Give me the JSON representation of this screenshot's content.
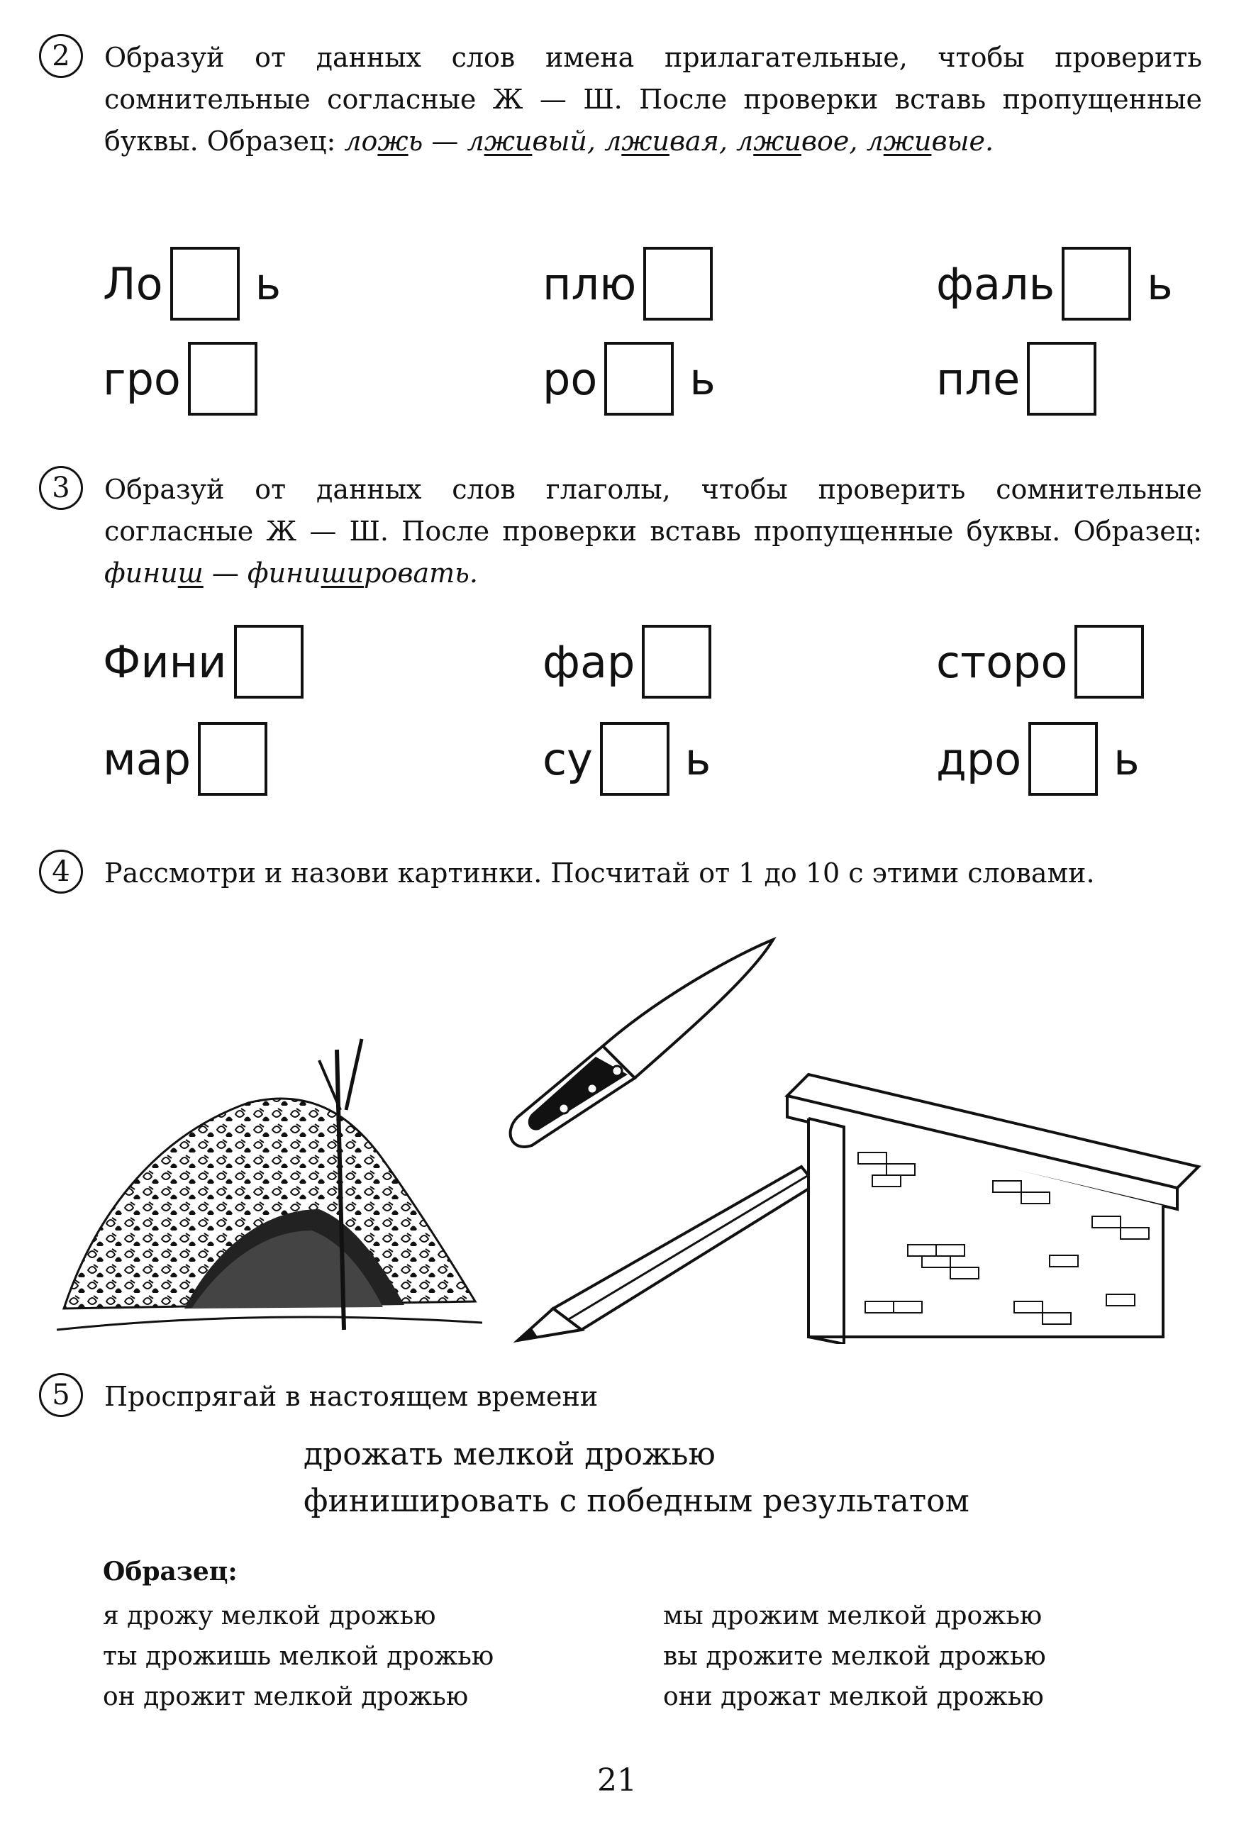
{
  "task2": {
    "number": "2",
    "text_a": "Образуй от данных слов имена прилагательные, чтобы проверить сомнительные согласные Ж — Ш. После проверки вставь пропущенные буквы. Образец: ",
    "ex_1a": "ло",
    "ex_1u": "ж",
    "ex_1b": "ь",
    "dash": " — ",
    "ex_2a": "л",
    "ex_2u": "жи",
    "ex_2b": "вый, ",
    "ex_3a": "л",
    "ex_3u": "жи",
    "ex_3b": "вая, ",
    "ex_4a": "л",
    "ex_4u": "жи",
    "ex_4b": "вое, ",
    "ex_5a": "л",
    "ex_5u": "жи",
    "ex_5b": "вые.",
    "words": [
      {
        "prefix": "Ло",
        "suffix": "ь"
      },
      {
        "prefix": "плю",
        "suffix": ""
      },
      {
        "prefix": "фаль",
        "suffix": "ь"
      },
      {
        "prefix": "гро",
        "suffix": ""
      },
      {
        "prefix": "ро",
        "suffix": "ь"
      },
      {
        "prefix": "пле",
        "suffix": ""
      }
    ]
  },
  "task3": {
    "number": "3",
    "text_a": "Образуй от данных слов глаголы, чтобы проверить сомнительные согласные Ж — Ш. После проверки вставь пропущенные буквы. Образец: ",
    "ex_1a": "фини",
    "ex_1u": "ш",
    "dash": " — ",
    "ex_2a": "фини",
    "ex_2u": "ши",
    "ex_2b": "ровать.",
    "words": [
      {
        "prefix": "Фини",
        "suffix": ""
      },
      {
        "prefix": "фар",
        "suffix": ""
      },
      {
        "prefix": "сторо",
        "suffix": ""
      },
      {
        "prefix": "мар",
        "suffix": ""
      },
      {
        "prefix": "су",
        "suffix": "ь"
      },
      {
        "prefix": "дро",
        "suffix": "ь"
      }
    ]
  },
  "task4": {
    "number": "4",
    "text": "Рассмотри и назови картинки. Посчитай от 1 до 10 с этими словами.",
    "pictures": [
      "hut-icon",
      "knife-icon",
      "pencil-icon",
      "shed-icon"
    ]
  },
  "task5": {
    "number": "5",
    "text": "Проспрягай в настоящем времени",
    "phrases": [
      "дрожать мелкой дрожью",
      "финишировать с победным результатом"
    ],
    "sample_title": "Образец:",
    "sample_left": [
      "я дрожу мелкой дрожью",
      "ты дрожишь мелкой дрожью",
      "он дрожит мелкой дрожью"
    ],
    "sample_right": [
      "мы дрожим мелкой дрожью",
      "вы дрожите мелкой дрожью",
      "они дрожат мелкой дрожью"
    ]
  },
  "page_number": "21"
}
